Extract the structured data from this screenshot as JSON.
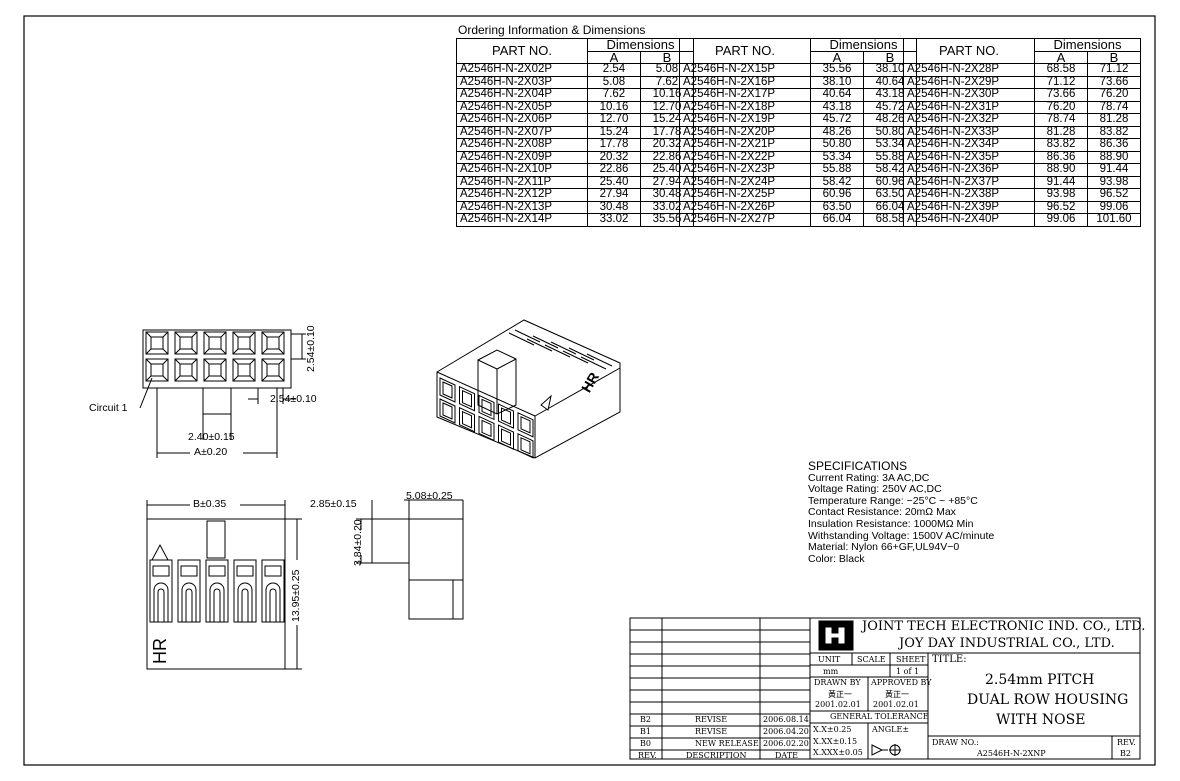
{
  "ordering": {
    "title": "Ordering Information & Dimensions",
    "header_part": "PART NO.",
    "header_dims": "Dimensions",
    "header_a": "A",
    "header_b": "B",
    "columns": [
      [
        [
          "A2546H-N-2X02P",
          "2.54",
          "5.08"
        ],
        [
          "A2546H-N-2X03P",
          "5.08",
          "7.62"
        ],
        [
          "A2546H-N-2X04P",
          "7.62",
          "10.16"
        ],
        [
          "A2546H-N-2X05P",
          "10.16",
          "12.70"
        ],
        [
          "A2546H-N-2X06P",
          "12.70",
          "15.24"
        ],
        [
          "A2546H-N-2X07P",
          "15.24",
          "17.78"
        ],
        [
          "A2546H-N-2X08P",
          "17.78",
          "20.32"
        ],
        [
          "A2546H-N-2X09P",
          "20.32",
          "22.86"
        ],
        [
          "A2546H-N-2X10P",
          "22.86",
          "25.40"
        ],
        [
          "A2546H-N-2X11P",
          "25.40",
          "27.94"
        ],
        [
          "A2546H-N-2X12P",
          "27.94",
          "30.48"
        ],
        [
          "A2546H-N-2X13P",
          "30.48",
          "33.02"
        ],
        [
          "A2546H-N-2X14P",
          "33.02",
          "35.56"
        ]
      ],
      [
        [
          "A2546H-N-2X15P",
          "35.56",
          "38.10"
        ],
        [
          "A2546H-N-2X16P",
          "38.10",
          "40.64"
        ],
        [
          "A2546H-N-2X17P",
          "40.64",
          "43.18"
        ],
        [
          "A2546H-N-2X18P",
          "43.18",
          "45.72"
        ],
        [
          "A2546H-N-2X19P",
          "45.72",
          "48.26"
        ],
        [
          "A2546H-N-2X20P",
          "48.26",
          "50.80"
        ],
        [
          "A2546H-N-2X21P",
          "50.80",
          "53.34"
        ],
        [
          "A2546H-N-2X22P",
          "53.34",
          "55.88"
        ],
        [
          "A2546H-N-2X23P",
          "55.88",
          "58.42"
        ],
        [
          "A2546H-N-2X24P",
          "58.42",
          "60.96"
        ],
        [
          "A2546H-N-2X25P",
          "60.96",
          "63.50"
        ],
        [
          "A2546H-N-2X26P",
          "63.50",
          "66.04"
        ],
        [
          "A2546H-N-2X27P",
          "66.04",
          "68.58"
        ]
      ],
      [
        [
          "A2546H-N-2X28P",
          "68.58",
          "71.12"
        ],
        [
          "A2546H-N-2X29P",
          "71.12",
          "73.66"
        ],
        [
          "A2546H-N-2X30P",
          "73.66",
          "76.20"
        ],
        [
          "A2546H-N-2X31P",
          "76.20",
          "78.74"
        ],
        [
          "A2546H-N-2X32P",
          "78.74",
          "81.28"
        ],
        [
          "A2546H-N-2X33P",
          "81.28",
          "83.82"
        ],
        [
          "A2546H-N-2X34P",
          "83.82",
          "86.36"
        ],
        [
          "A2546H-N-2X35P",
          "86.36",
          "88.90"
        ],
        [
          "A2546H-N-2X36P",
          "88.90",
          "91.44"
        ],
        [
          "A2546H-N-2X37P",
          "91.44",
          "93.98"
        ],
        [
          "A2546H-N-2X38P",
          "93.98",
          "96.52"
        ],
        [
          "A2546H-N-2X39P",
          "96.52",
          "99.06"
        ],
        [
          "A2546H-N-2X40P",
          "99.06",
          "101.60"
        ]
      ]
    ]
  },
  "dims": {
    "pitch_v": "2.54±0.10",
    "pitch_h": "2.54±0.10",
    "circuit": "Circuit 1",
    "key_width": "2.40±0.15",
    "a_dim": "A±0.20",
    "b_dim": "B±0.35",
    "height": "13.95±0.25",
    "side_depth": "2.85±0.15",
    "side_width": "5.08±0.25",
    "side_key": "3.84±0.20",
    "mark_hr": "HR",
    "mark_hr_iso": "HR"
  },
  "specs": {
    "title": "SPECIFICATIONS",
    "lines": [
      "Current Rating: 3A AC,DC",
      "Voltage Rating: 250V AC,DC",
      "Temperature Range: −25°C ~ +85°C",
      "Contact Resistance: 20mΩ Max",
      "Insulation Resistance: 1000MΩ Min",
      "Withstanding Voltage: 1500V AC/minute",
      "Material: Nylon 66+GF,UL94V−0",
      "Color: Black"
    ]
  },
  "titleblock": {
    "company1": "JOINT TECH ELECTRONIC IND. CO., LTD.",
    "company2": "JOY DAY INDUSTRIAL CO., LTD.",
    "unit_label": "UNIT",
    "scale_label": "SCALE",
    "sheet_label": "SHEET",
    "unit_value": "mm",
    "sheet_value": "1 of 1",
    "drawn_by_label": "DRAWN BY",
    "approved_by_label": "APPROVED BY",
    "drawn_by": "黃正一",
    "approved_by": "黃正一",
    "drawn_date": "2001.02.01",
    "approved_date": "2001.02.01",
    "tolerance_label": "GENERAL TOLERANCE",
    "tol1": "X.X±0.25",
    "tol2": "X.XX±0.15",
    "tol3": "X.XXX±0.05",
    "angle_label": "ANGLE±",
    "title_label": "TITLE:",
    "title1": "2.54mm PITCH",
    "title2": "DUAL ROW HOUSING",
    "title3": "WITH NOSE",
    "drawno_label": "DRAW NO.:",
    "drawno": "A2546H-N-2XNP",
    "rev_label": "REV.",
    "rev_value": "B2",
    "revisions": [
      [
        "B2",
        "REVISE",
        "2006.08.14"
      ],
      [
        "B1",
        "REVISE",
        "2006.04.20"
      ],
      [
        "B0",
        "NEW RELEASE",
        "2006.02.20"
      ]
    ],
    "rev_hdr": "REV.",
    "desc_hdr": "DESCRIPTION",
    "date_hdr": "DATE"
  }
}
